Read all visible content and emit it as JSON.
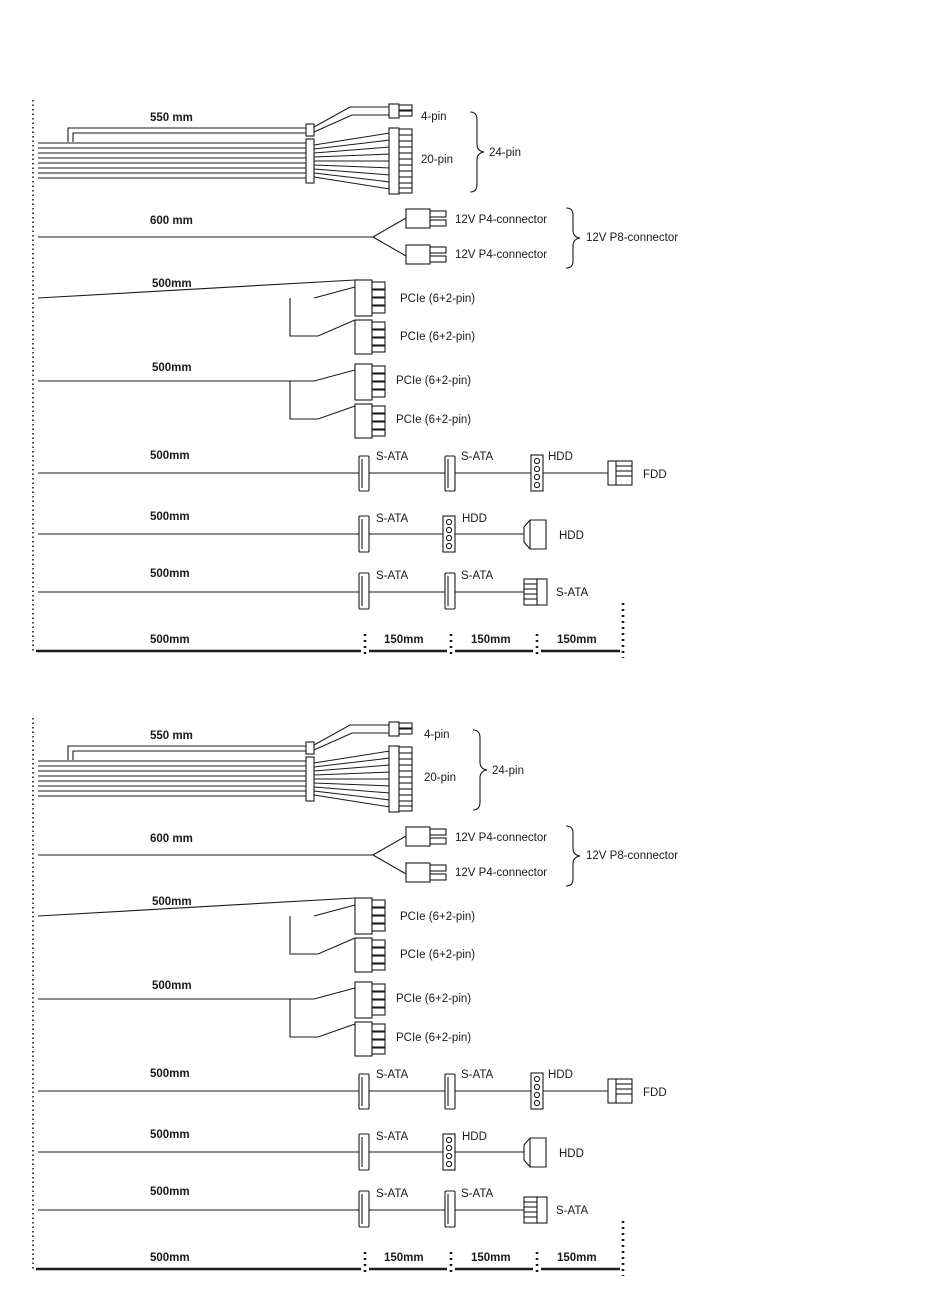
{
  "diagrams": [
    {
      "cable_24pin": {
        "length": "550 mm",
        "c4": "4-pin",
        "c20": "20-pin",
        "group": "24-pin"
      },
      "cable_p8": {
        "length": "600 mm",
        "a": "12V P4-connector",
        "b": "12V P4-connector",
        "group": "12V P8-connector"
      },
      "cable_pcie1": {
        "length": "500mm",
        "a": "PCIe (6+2-pin)",
        "b": "PCIe (6+2-pin)"
      },
      "cable_pcie2": {
        "length": "500mm",
        "a": "PCIe (6+2-pin)",
        "b": "PCIe (6+2-pin)"
      },
      "cable_periph1": {
        "length": "500mm",
        "c1": "S-ATA",
        "c2": "S-ATA",
        "c3": "HDD",
        "c4": "FDD"
      },
      "cable_periph2": {
        "length": "500mm",
        "c1": "S-ATA",
        "c2": "HDD",
        "c3": "HDD"
      },
      "cable_periph3": {
        "length": "500mm",
        "c1": "S-ATA",
        "c2": "S-ATA",
        "c3": "S-ATA"
      },
      "scale": [
        "500mm",
        "150mm",
        "150mm",
        "150mm"
      ]
    },
    {
      "cable_24pin": {
        "length": "550 mm",
        "c4": "4-pin",
        "c20": "20-pin",
        "group": "24-pin"
      },
      "cable_p8": {
        "length": "600 mm",
        "a": "12V P4-connector",
        "b": "12V P4-connector",
        "group": "12V P8-connector"
      },
      "cable_pcie1": {
        "length": "500mm",
        "a": "PCIe (6+2-pin)",
        "b": "PCIe (6+2-pin)"
      },
      "cable_pcie2": {
        "length": "500mm",
        "a": "PCIe (6+2-pin)",
        "b": "PCIe (6+2-pin)"
      },
      "cable_periph1": {
        "length": "500mm",
        "c1": "S-ATA",
        "c2": "S-ATA",
        "c3": "HDD",
        "c4": "FDD"
      },
      "cable_periph2": {
        "length": "500mm",
        "c1": "S-ATA",
        "c2": "HDD",
        "c3": "HDD"
      },
      "cable_periph3": {
        "length": "500mm",
        "c1": "S-ATA",
        "c2": "S-ATA",
        "c3": "S-ATA"
      },
      "scale": [
        "500mm",
        "150mm",
        "150mm",
        "150mm"
      ]
    }
  ]
}
